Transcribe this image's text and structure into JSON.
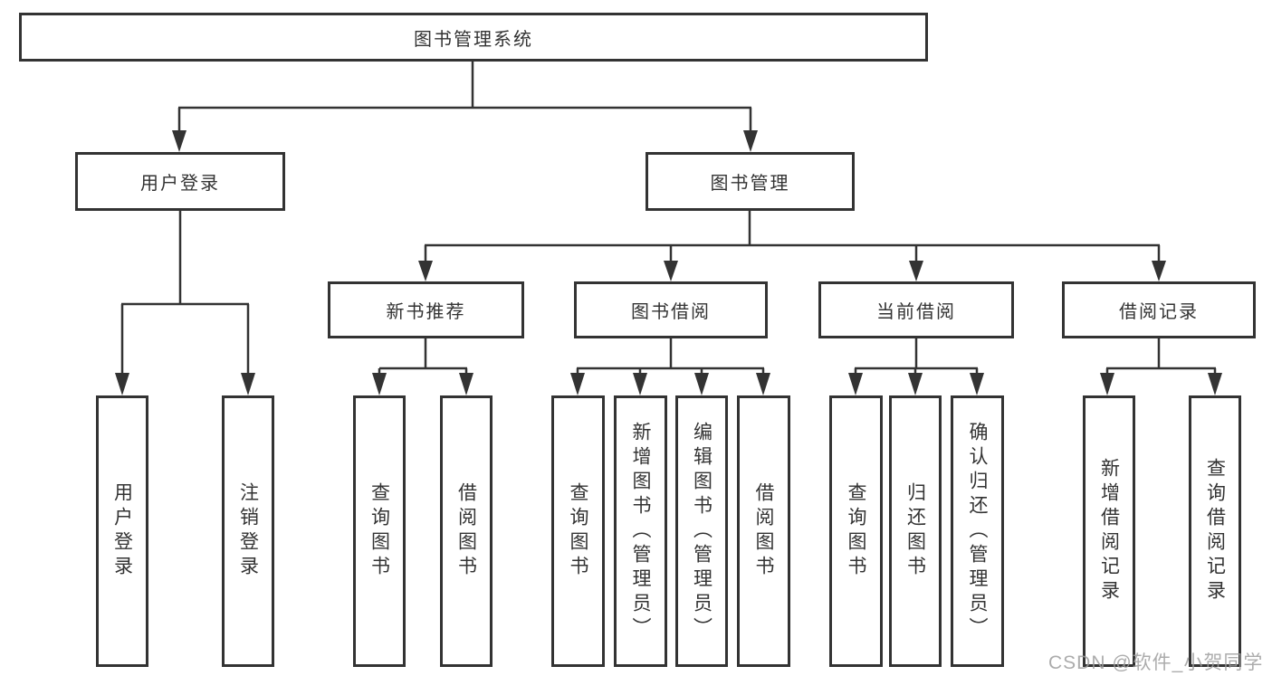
{
  "tree": {
    "label": "图书管理系统",
    "children": [
      {
        "label": "用户登录",
        "children": [
          {
            "label": "用户登录"
          },
          {
            "label": "注销登录"
          }
        ]
      },
      {
        "label": "图书管理",
        "children": [
          {
            "label": "新书推荐",
            "children": [
              {
                "label": "查询图书"
              },
              {
                "label": "借阅图书"
              }
            ]
          },
          {
            "label": "图书借阅",
            "children": [
              {
                "label": "查询图书"
              },
              {
                "label": "新增图书（管理员）"
              },
              {
                "label": "编辑图书（管理员）"
              },
              {
                "label": "借阅图书"
              }
            ]
          },
          {
            "label": "当前借阅",
            "children": [
              {
                "label": "查询图书"
              },
              {
                "label": "归还图书"
              },
              {
                "label": "确认归还（管理员）"
              }
            ]
          },
          {
            "label": "借阅记录",
            "children": [
              {
                "label": "新增借阅记录"
              },
              {
                "label": "查询借阅记录"
              }
            ]
          }
        ]
      }
    ]
  },
  "watermark": "CSDN @软件_小贺同学",
  "colors": {
    "line": "#333333",
    "box_border": "#333333",
    "text": "#333333",
    "watermark": "#9e9e9e",
    "background": "#ffffff"
  }
}
